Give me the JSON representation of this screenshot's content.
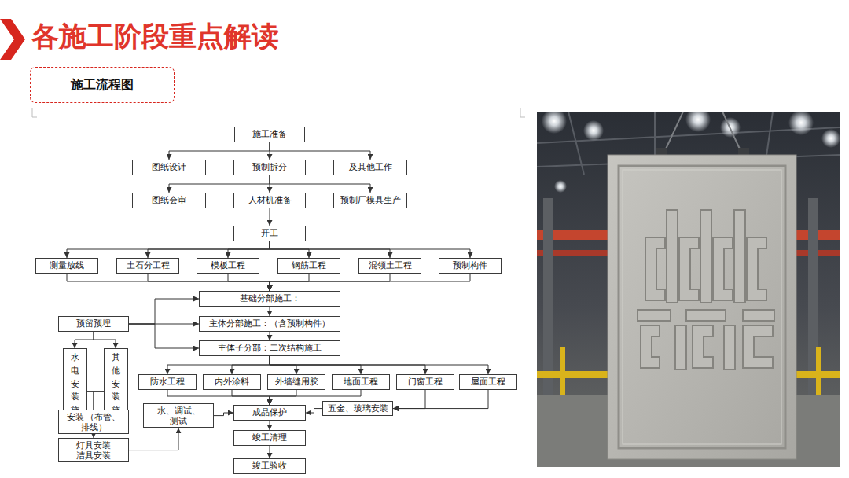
{
  "diagram": {
    "title": "各施工阶段重点解读",
    "nodes": [
      {
        "text": [
          "施工流程图"
        ]
      },
      {
        "text": [
          "施工准备"
        ]
      },
      {
        "text": [
          "图纸设计"
        ]
      },
      {
        "text": [
          "预制拆分"
        ]
      },
      {
        "text": [
          "及其他工作"
        ]
      },
      {
        "text": [
          "图纸会审"
        ]
      },
      {
        "text": [
          "人材机准备"
        ]
      },
      {
        "text": [
          "预制厂模具生产"
        ]
      },
      {
        "text": [
          "开工"
        ]
      },
      {
        "text": [
          "测量放线"
        ]
      },
      {
        "text": [
          "土石分工程"
        ]
      },
      {
        "text": [
          "模板工程"
        ]
      },
      {
        "text": [
          "钢筋工程"
        ]
      },
      {
        "text": [
          "混领土工程"
        ]
      },
      {
        "text": [
          "预制构件"
        ]
      },
      {
        "text": [
          "基础分部施工："
        ]
      },
      {
        "text": [
          "主体分部施工：（含预制构件）"
        ]
      },
      {
        "text": [
          "主体子分部：二次结构施工"
        ]
      },
      {
        "text": [
          "预留预埋"
        ]
      },
      {
        "text": [
          "水电安装施工"
        ]
      },
      {
        "text": [
          "其他安装施工"
        ]
      },
      {
        "text": [
          "防水工程"
        ]
      },
      {
        "text": [
          "内外涂料"
        ]
      },
      {
        "text": [
          "外墙缝用胶"
        ]
      },
      {
        "text": [
          "地面工程"
        ]
      },
      {
        "text": [
          "门窗工程"
        ]
      },
      {
        "text": [
          "屋面工程"
        ]
      },
      {
        "text": [
          "安装 （布管、排线）"
        ]
      },
      {
        "text": [
          "灯具安装 洁具安装"
        ]
      },
      {
        "text": [
          "水、调试、 测试"
        ]
      },
      {
        "text": [
          "成品保护"
        ]
      },
      {
        "text": [
          "五金、玻璃安装"
        ]
      },
      {
        "text": [
          "竣工清理"
        ]
      },
      {
        "text": [
          "竣工验收"
        ]
      }
    ],
    "edges": [
      {
        "from": 1,
        "to": 2,
        "arrow": "to"
      },
      {
        "from": 1,
        "to": 3,
        "arrow": "to"
      },
      {
        "from": 1,
        "to": 4,
        "arrow": "to"
      },
      {
        "from": 3,
        "to": 5,
        "arrow": "to"
      },
      {
        "from": 3,
        "to": 6,
        "arrow": "to"
      },
      {
        "from": 3,
        "to": 7,
        "arrow": "to"
      },
      {
        "from": 6,
        "to": 8,
        "arrow": "to"
      },
      {
        "from": 8,
        "to": 9,
        "arrow": "to"
      },
      {
        "from": 8,
        "to": 10,
        "arrow": "to"
      },
      {
        "from": 8,
        "to": 11,
        "arrow": "to"
      },
      {
        "from": 8,
        "to": 12,
        "arrow": "to"
      },
      {
        "from": 8,
        "to": 13,
        "arrow": "to"
      },
      {
        "from": 8,
        "to": 14,
        "arrow": "to"
      },
      {
        "from": 9,
        "to": 15,
        "arrow": "to"
      },
      {
        "from": 10,
        "to": 15,
        "arrow": "to"
      },
      {
        "from": 11,
        "to": 15,
        "arrow": "to"
      },
      {
        "from": 12,
        "to": 15,
        "arrow": "to"
      },
      {
        "from": 13,
        "to": 15,
        "arrow": "to"
      },
      {
        "from": 14,
        "to": 15,
        "arrow": "to"
      },
      {
        "from": 15,
        "to": 16,
        "arrow": "to"
      },
      {
        "from": 16,
        "to": 17,
        "arrow": "to"
      },
      {
        "from": 18,
        "to": 15,
        "arrow": "to"
      },
      {
        "from": 18,
        "to": 16,
        "arrow": "to"
      },
      {
        "from": 18,
        "to": 17,
        "arrow": "to"
      },
      {
        "from": 18,
        "to": 19,
        "arrow": "to"
      },
      {
        "from": 18,
        "to": 20,
        "arrow": "to"
      },
      {
        "from": 19,
        "to": 27,
        "arrow": "to"
      },
      {
        "from": 20,
        "to": 27,
        "arrow": "to"
      },
      {
        "from": 27,
        "to": 28,
        "arrow": "to"
      },
      {
        "from": 28,
        "to": 29,
        "arrow": "to"
      },
      {
        "from": 29,
        "to": 30,
        "arrow": "to"
      },
      {
        "from": 17,
        "to": 21,
        "arrow": "to"
      },
      {
        "from": 17,
        "to": 22,
        "arrow": "to"
      },
      {
        "from": 17,
        "to": 23,
        "arrow": "to"
      },
      {
        "from": 17,
        "to": 24,
        "arrow": "to"
      },
      {
        "from": 17,
        "to": 25,
        "arrow": "to"
      },
      {
        "from": 17,
        "to": 26,
        "arrow": "to"
      },
      {
        "from": 21,
        "to": 30,
        "arrow": "to"
      },
      {
        "from": 22,
        "to": 30,
        "arrow": "to"
      },
      {
        "from": 23,
        "to": 30,
        "arrow": "to"
      },
      {
        "from": 24,
        "to": 30,
        "arrow": "to"
      },
      {
        "from": 25,
        "to": 31,
        "arrow": "to"
      },
      {
        "from": 26,
        "to": 31,
        "arrow": "to"
      },
      {
        "from": 31,
        "to": 30,
        "arrow": "to"
      },
      {
        "from": 30,
        "to": 32,
        "arrow": "to"
      },
      {
        "from": 32,
        "to": 33,
        "arrow": "to"
      }
    ]
  }
}
